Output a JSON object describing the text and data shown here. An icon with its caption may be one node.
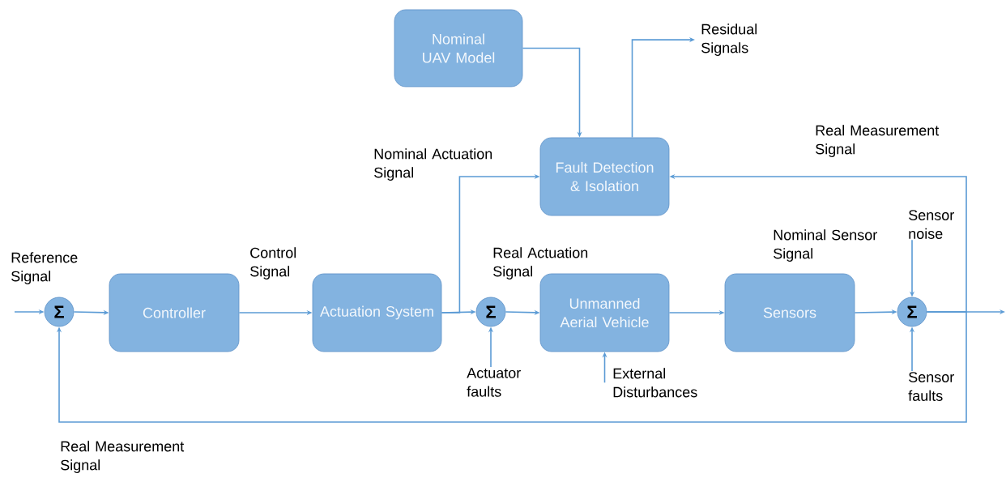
{
  "diagram": {
    "nodes": [
      {
        "text": [
          "Nominal UAV Model"
        ]
      },
      {
        "text": [
          "Residual Signals"
        ]
      },
      {
        "text": [
          "Fault Detection & Isolation"
        ]
      },
      {
        "text": [
          "Sensor noise"
        ]
      },
      {
        "text": [
          "Σ"
        ]
      },
      {
        "text": [
          "Controller"
        ]
      },
      {
        "text": [
          "Actuation System"
        ]
      },
      {
        "text": [
          "Σ"
        ]
      },
      {
        "text": [
          "Unmanned Aerial Vehicle"
        ]
      },
      {
        "text": [
          "Sensors"
        ]
      },
      {
        "text": [
          "Σ"
        ]
      },
      {
        "text": [
          "Actuator faults"
        ]
      },
      {
        "text": [
          "External Disturbances"
        ]
      },
      {
        "text": [
          "Sensor faults"
        ]
      }
    ],
    "edges": [
      {
        "from": null,
        "to": 4,
        "arrow": "to",
        "label": "Reference Signal"
      },
      {
        "from": 4,
        "to": 5,
        "arrow": "to"
      },
      {
        "from": 5,
        "to": 6,
        "arrow": "to",
        "label": "Control Signal"
      },
      {
        "from": 6,
        "to": 7,
        "arrow": "to"
      },
      {
        "from": 6,
        "to": 2,
        "arrow": "to",
        "label": "Nominal Actuation Signal"
      },
      {
        "from": 7,
        "to": 8,
        "arrow": "to",
        "label": "Real Actuation Signal"
      },
      {
        "from": 8,
        "to": 9,
        "arrow": "to"
      },
      {
        "from": 9,
        "to": 10,
        "arrow": "to",
        "label": "Nominal Sensor Signal"
      },
      {
        "from": 10,
        "to": null,
        "arrow": "to"
      },
      {
        "from": 10,
        "to": 2,
        "arrow": "to",
        "label": "Real Measurement Signal"
      },
      {
        "from": 10,
        "to": 4,
        "arrow": "to",
        "label": "Real Measurement Signal"
      },
      {
        "from": 0,
        "to": 2,
        "arrow": "to"
      },
      {
        "from": 2,
        "to": 1,
        "arrow": "to"
      },
      {
        "from": 11,
        "to": 7,
        "arrow": "to"
      },
      {
        "from": 12,
        "to": 8,
        "arrow": "to"
      },
      {
        "from": 3,
        "to": 10,
        "arrow": "to"
      },
      {
        "from": 13,
        "to": 10,
        "arrow": "to"
      }
    ]
  }
}
